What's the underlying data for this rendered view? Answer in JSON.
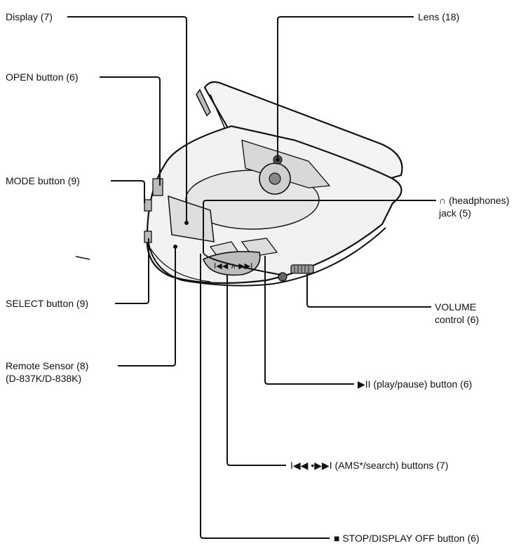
{
  "labels": {
    "display": "Display (7)",
    "open_button": "OPEN button (6)",
    "mode_button": "MODE button (9)",
    "select_button": "SELECT button (9)",
    "remote_sensor_line1": "Remote Sensor (8)",
    "remote_sensor_line2": "(D-837K/D-838K)",
    "lens": "Lens (18)",
    "headphones_line1": "∩ (headphones)",
    "headphones_line2": "jack (5)",
    "volume_line1": "VOLUME",
    "volume_line2": "control (6)",
    "play_pause": "▶II (play/pause) button (6)",
    "ams_search": "I◀◀ •▶▶I (AMS*/search) buttons (7)",
    "stop_display_off": "■ STOP/DISPLAY OFF button (6)"
  },
  "colors": {
    "line": "#111111",
    "device_fill": "#ececec",
    "device_dark": "#9a9a9a"
  }
}
